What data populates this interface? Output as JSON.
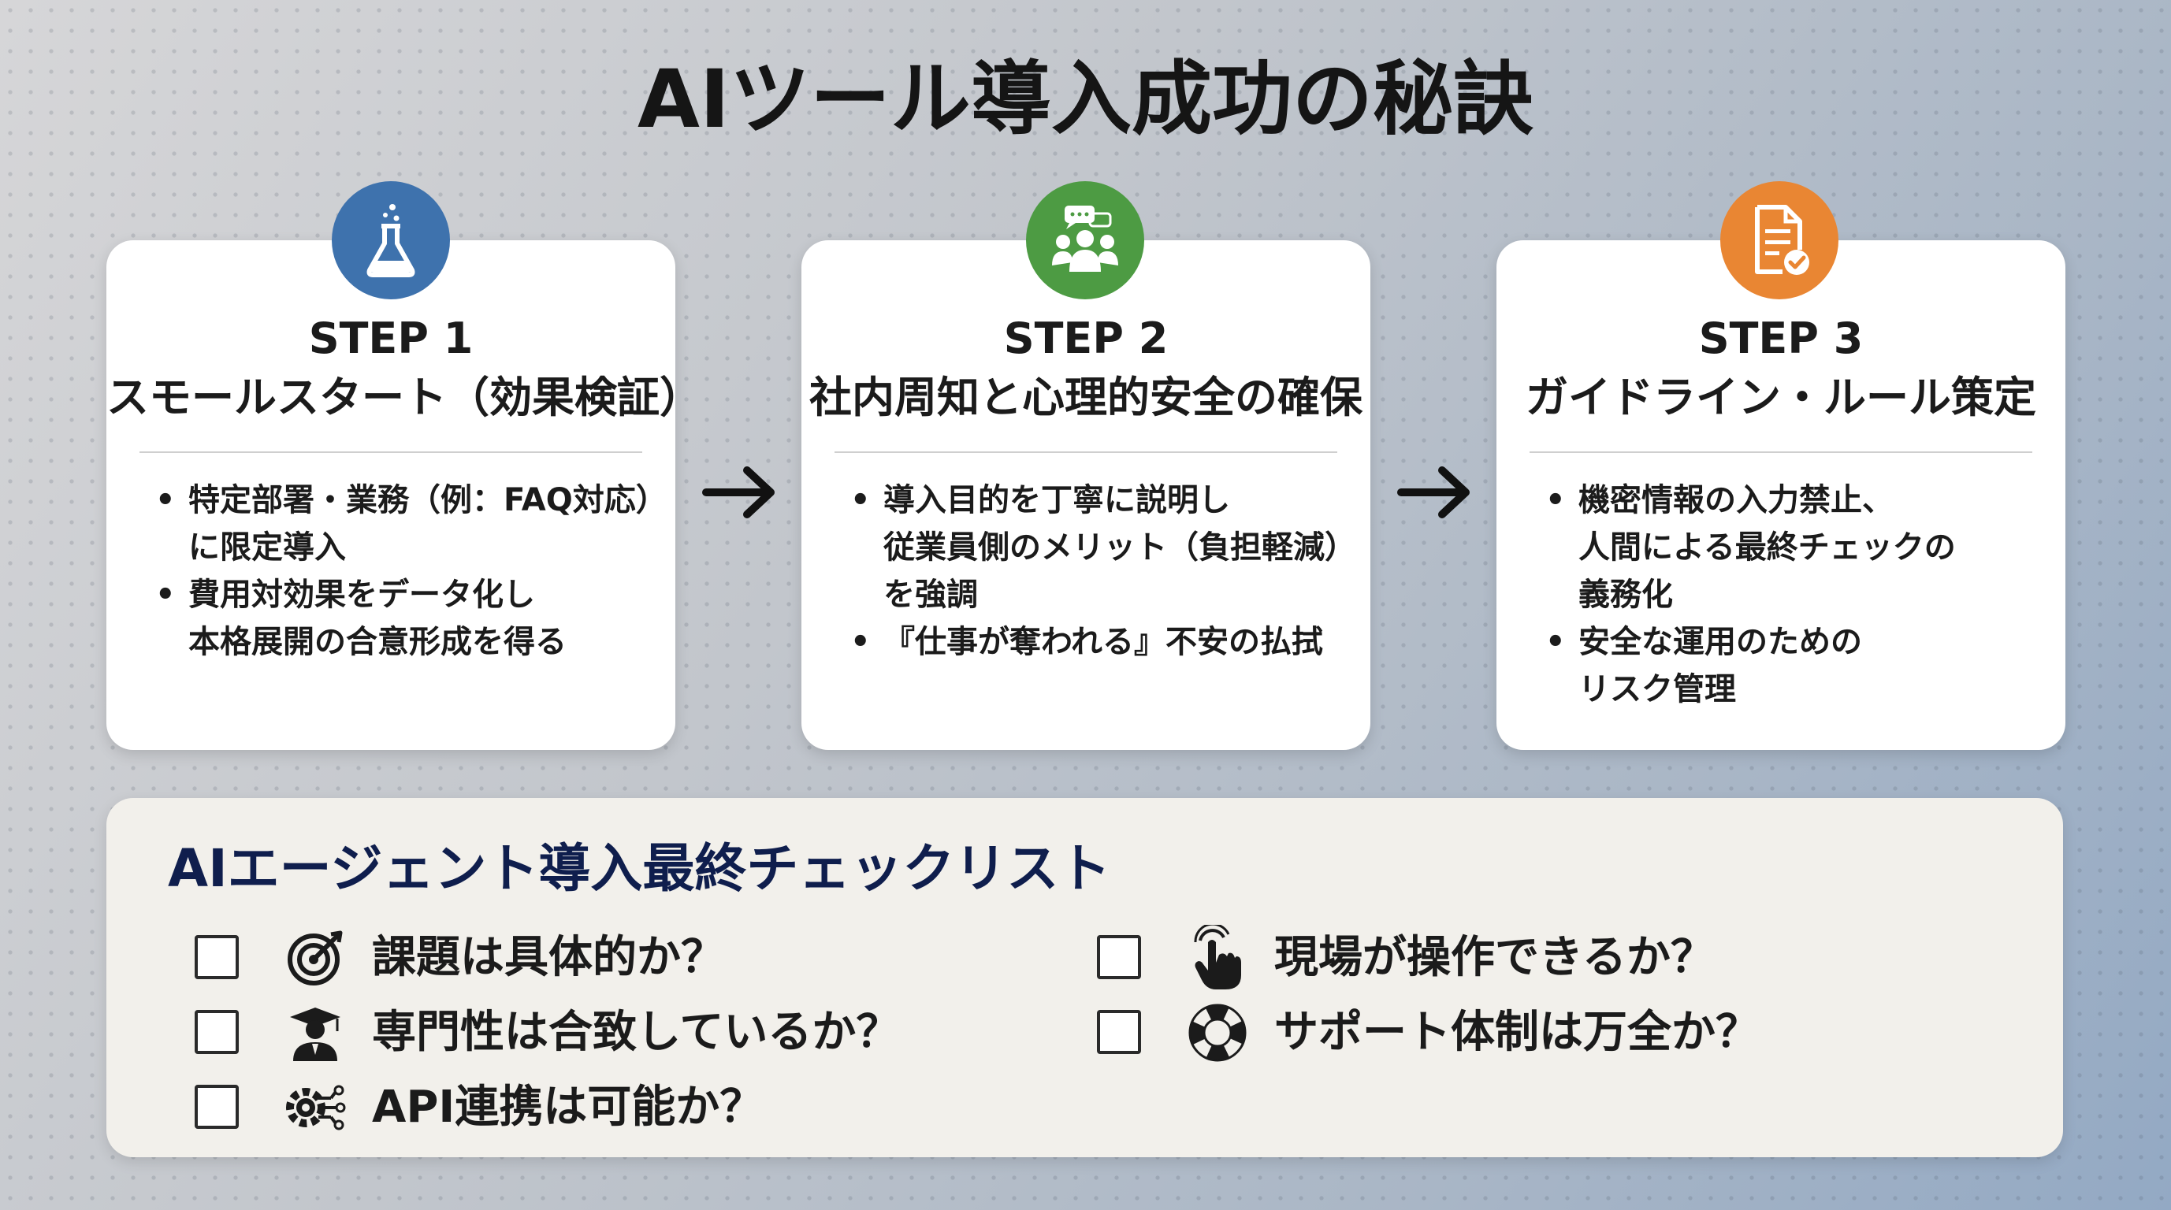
{
  "title": "AIツール導入成功の秘訣",
  "colors": {
    "step1": "#3e72ad",
    "step2": "#4d9b43",
    "step3": "#e98633",
    "navy": "#0f1e4d"
  },
  "steps": [
    {
      "step_label": "STEP 1",
      "heading": "スモールスタート（効果検証）",
      "icon": "flask-icon",
      "bullets": [
        [
          "特定部署・業務（例：FAQ対応）",
          "に限定導入"
        ],
        [
          "費用対効果をデータ化し",
          "本格展開の合意形成を得る"
        ]
      ]
    },
    {
      "step_label": "STEP 2",
      "heading": "社内周知と心理的安全の確保",
      "icon": "team-chat-icon",
      "bullets": [
        [
          "導入目的を丁寧に説明し",
          "従業員側のメリット（負担軽減）",
          "を強調"
        ],
        [
          "『仕事が奪われる』不安の払拭"
        ]
      ]
    },
    {
      "step_label": "STEP 3",
      "heading": "ガイドライン・ルール策定",
      "icon": "document-check-icon",
      "bullets": [
        [
          "機密情報の入力禁止、",
          "人間による最終チェックの",
          "義務化"
        ],
        [
          "安全な運用のための",
          "リスク管理"
        ]
      ]
    }
  ],
  "checklist": {
    "title": "AIエージェント導入最終チェックリスト",
    "items": [
      {
        "label": "課題は具体的か？",
        "icon": "target-icon"
      },
      {
        "label": "専門性は合致しているか？",
        "icon": "graduate-icon"
      },
      {
        "label": "API連携は可能か？",
        "icon": "gear-network-icon"
      },
      {
        "label": "現場が操作できるか？",
        "icon": "touch-hand-icon"
      },
      {
        "label": "サポート体制は万全か？",
        "icon": "lifebuoy-icon"
      }
    ]
  }
}
